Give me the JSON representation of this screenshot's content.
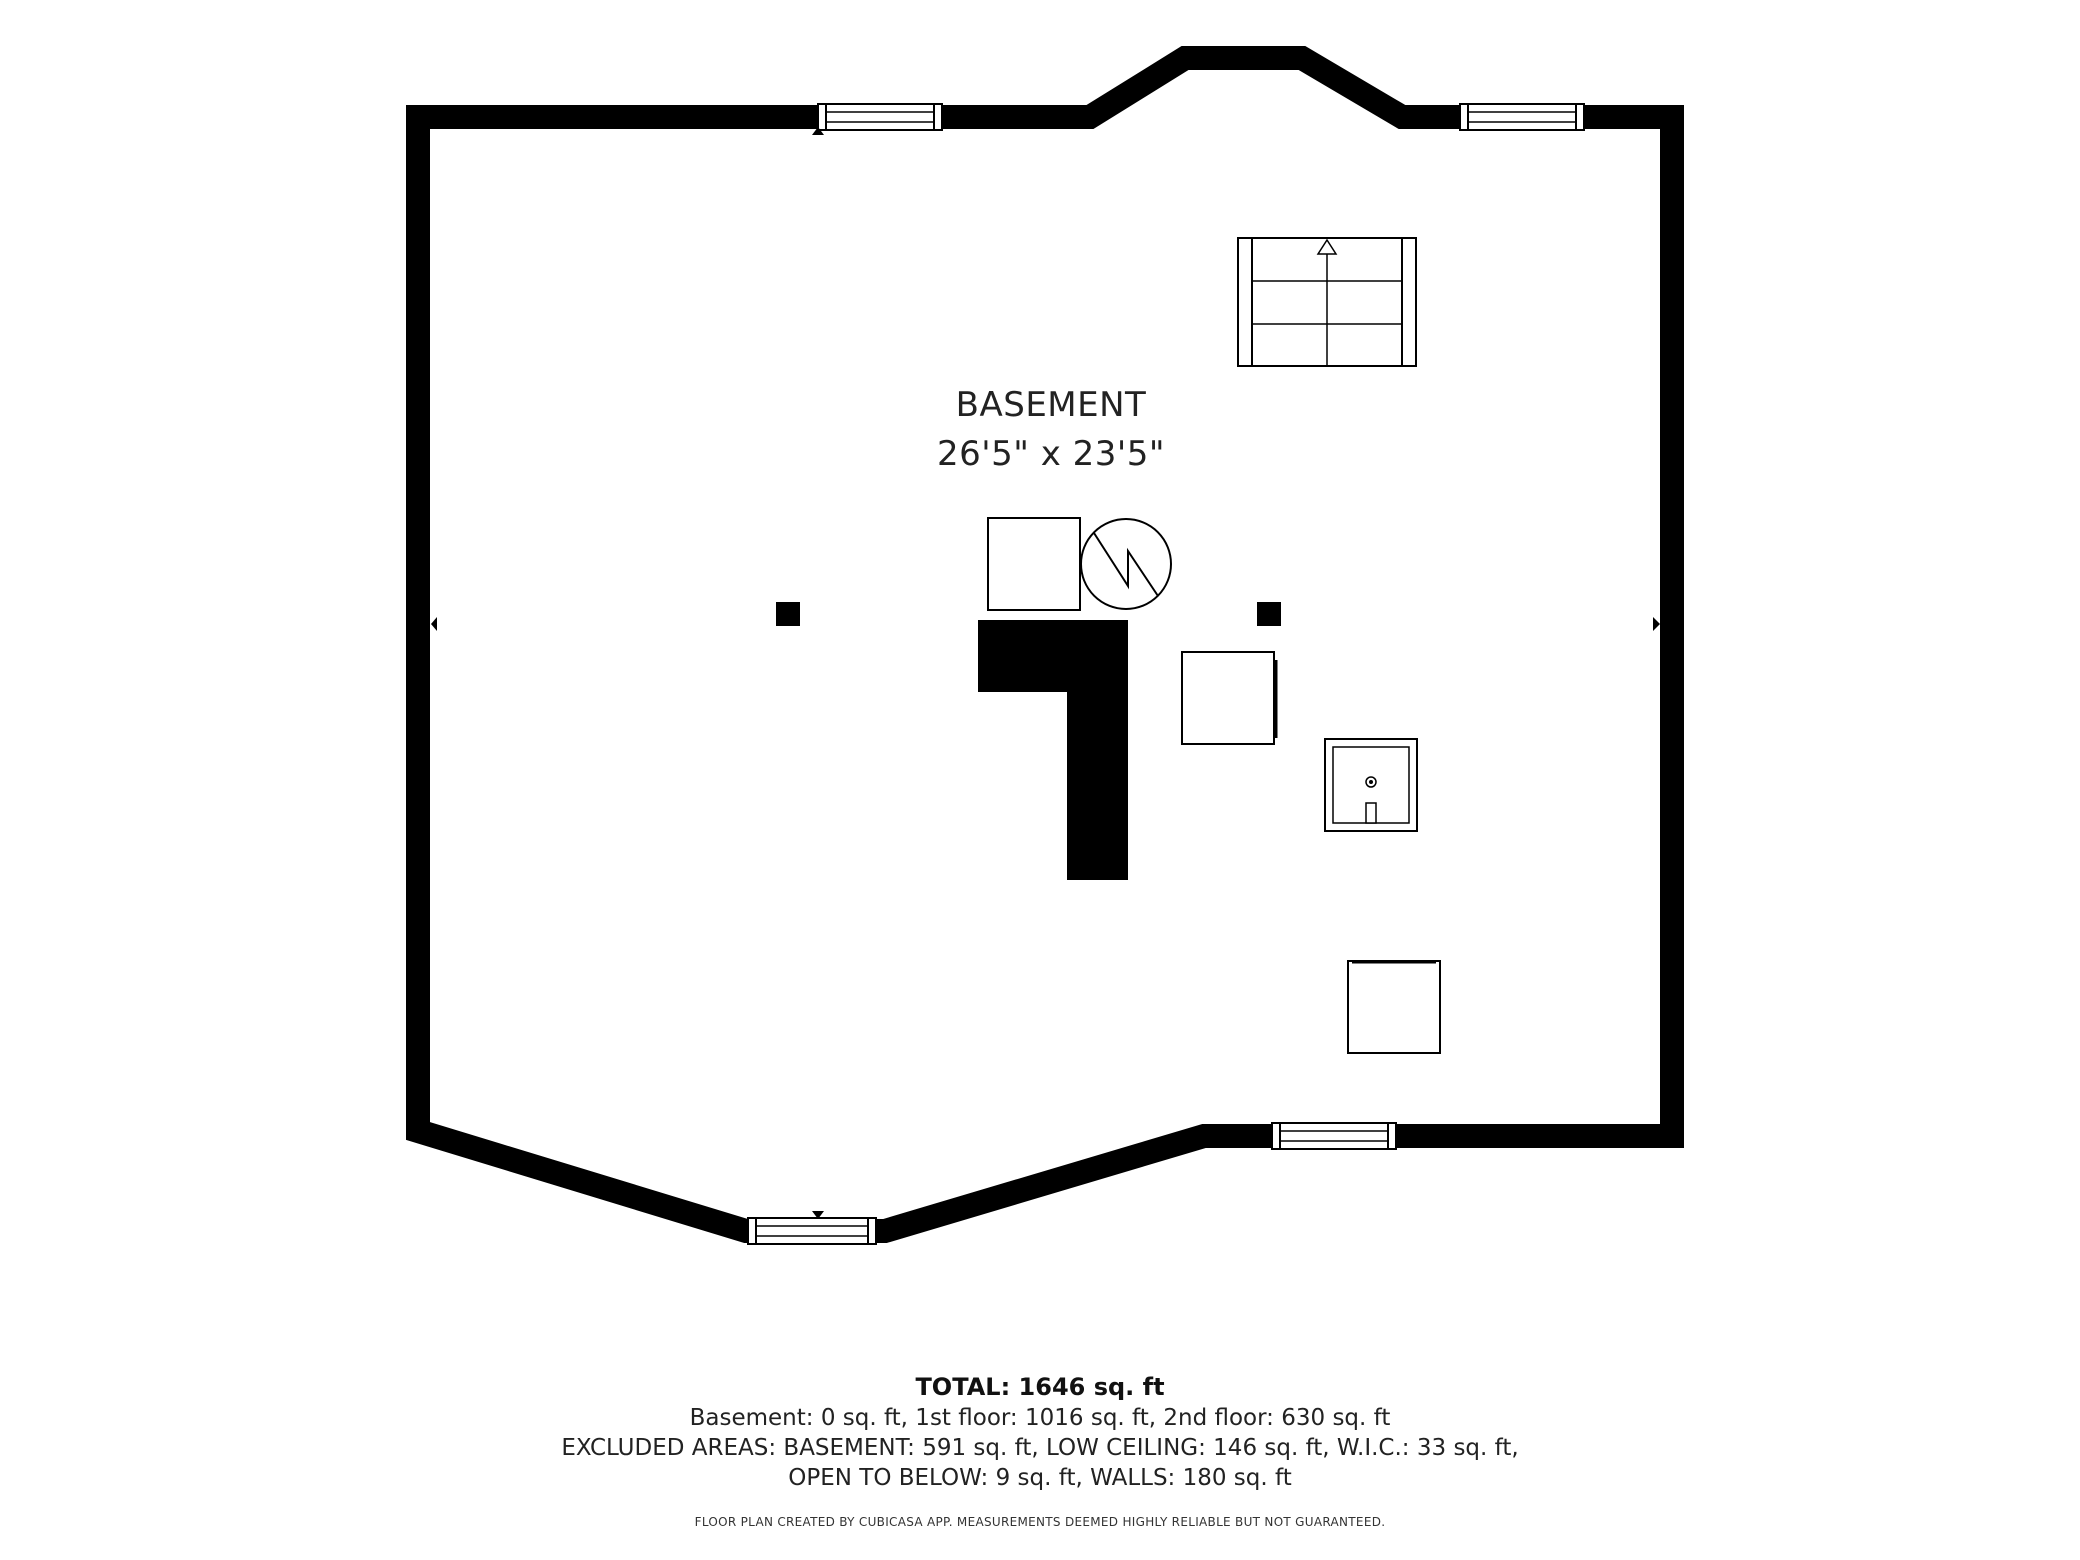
{
  "room": {
    "name": "BASEMENT",
    "dimensions": "26'5\" x 23'5\""
  },
  "summary": {
    "total": "TOTAL: 1646 sq. ft",
    "floors": "Basement: 0 sq. ft, 1st floor: 1016 sq. ft, 2nd floor: 630 sq. ft",
    "excluded_1": "EXCLUDED AREAS: BASEMENT: 591 sq. ft, LOW CEILING: 146 sq. ft, W.I.C.: 33 sq. ft,",
    "excluded_2": "OPEN TO BELOW: 9 sq. ft, WALLS: 180 sq. ft"
  },
  "disclaimer": "FLOOR PLAN CREATED BY CUBICASA APP. MEASUREMENTS DEEMED HIGHLY RELIABLE BUT NOT GUARANTEED.",
  "colors": {
    "wall": "#000000",
    "background": "#ffffff"
  }
}
